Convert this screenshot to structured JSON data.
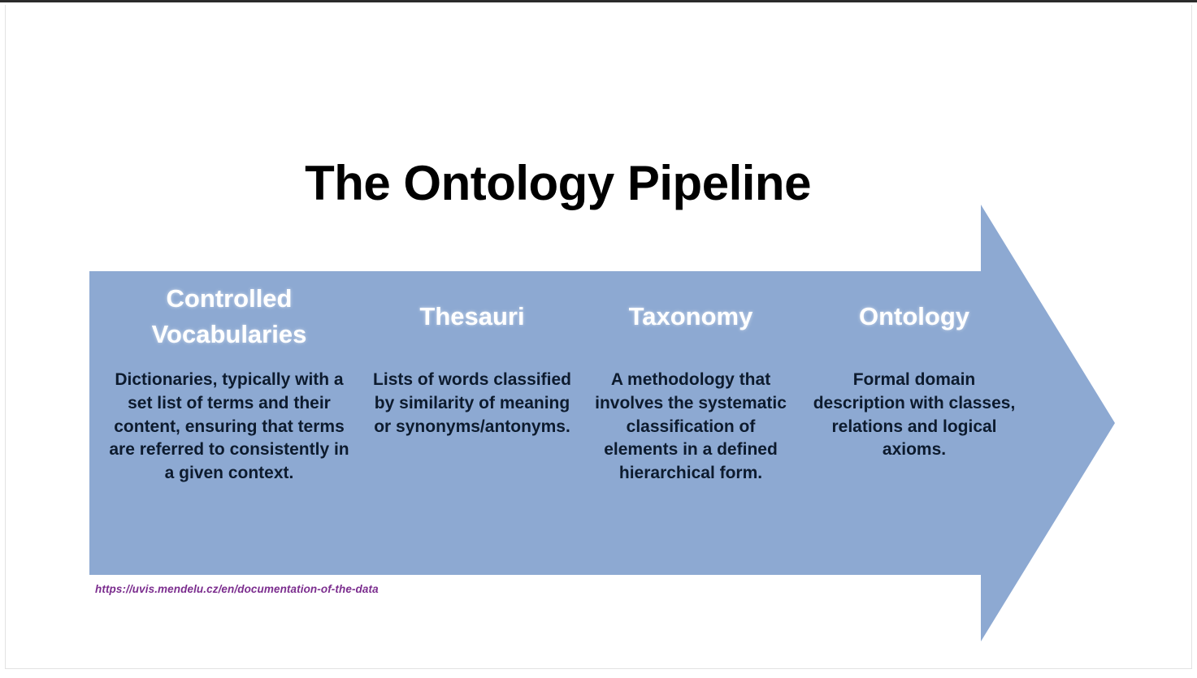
{
  "slide": {
    "title": "The Ontology Pipeline",
    "source_url": "https://uvis.mendelu.cz/en/documentation-of-the-data",
    "colors": {
      "arrow_fill": "#8DA9D2",
      "heading_text": "#FFFFFF",
      "body_text": "#0D1B2E",
      "title_text": "#000000",
      "url_text": "#7B2D8E",
      "background": "#FFFFFF"
    }
  },
  "diagram": {
    "type": "right-arrow-process",
    "direction": "left-to-right",
    "stage_count": 4,
    "stages": [
      {
        "heading": "Controlled Vocabularies",
        "description": "Dictionaries, typically with a set list of terms and their content, ensuring that terms are referred to consistently in a given context."
      },
      {
        "heading": "Thesauri",
        "description": "Lists of words classified by similarity of meaning or synonyms/antonyms."
      },
      {
        "heading": "Taxonomy",
        "description": "A methodology that involves the systematic classification of elements in a defined hierarchical form."
      },
      {
        "heading": "Ontology",
        "description": "Formal domain description with classes, relations and logical axioms."
      }
    ]
  }
}
